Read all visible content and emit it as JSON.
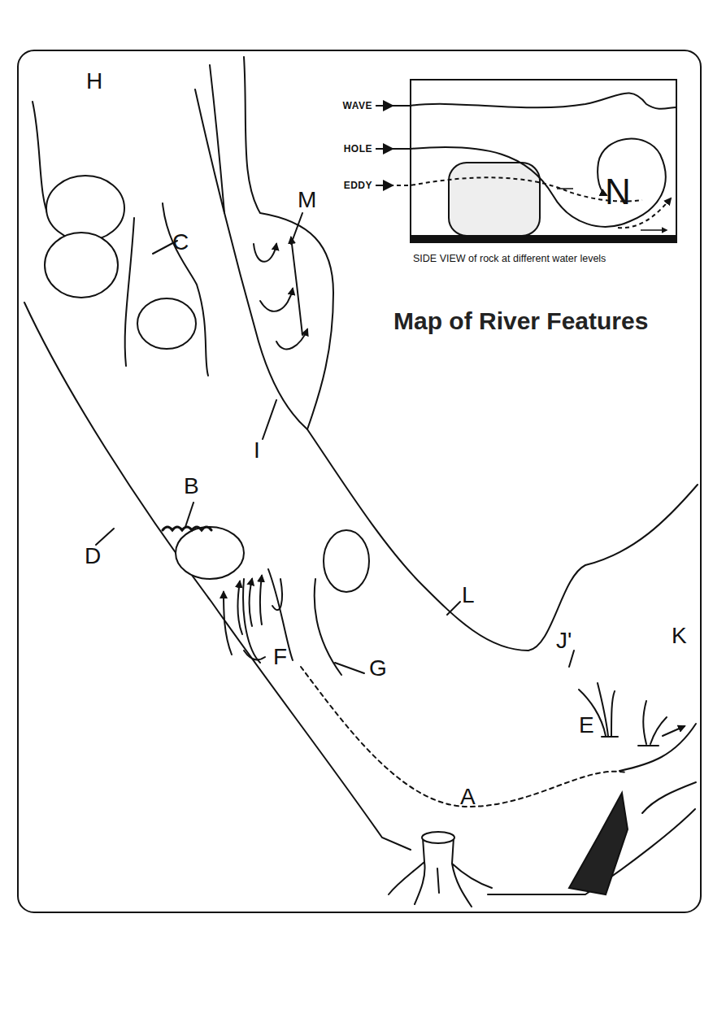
{
  "diagram": {
    "title": "Map of River Features",
    "labels": [
      "H",
      "C",
      "M",
      "I",
      "B",
      "D",
      "L",
      "F",
      "G",
      "J'",
      "K",
      "E",
      "A",
      "WAVE",
      "HOLE",
      "EDDY",
      "N",
      "SIDE VIEW of rock at different water levels"
    ]
  }
}
